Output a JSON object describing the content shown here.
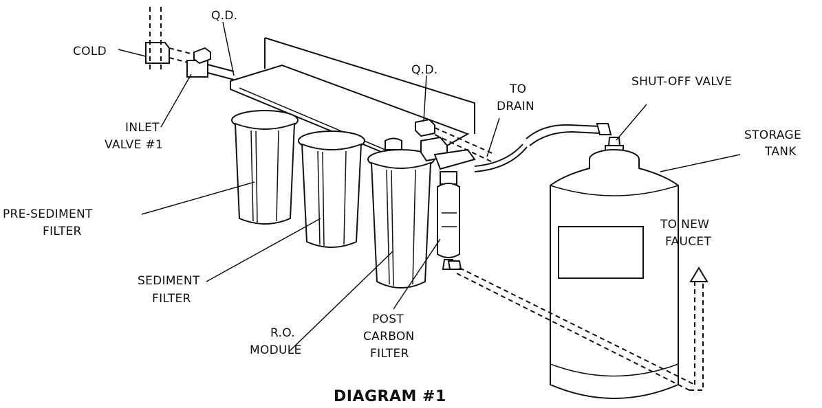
{
  "diagram": {
    "title": "DIAGRAM #1",
    "labels": {
      "cold": "COLD",
      "qd_left": "Q.D.",
      "qd_right": "Q.D.",
      "to_drain_1": "TO",
      "to_drain_2": "DRAIN",
      "shutoff_valve": "SHUT-OFF VALVE",
      "storage_tank_1": "STORAGE",
      "storage_tank_2": "TANK",
      "inlet_valve_1": "INLET",
      "inlet_valve_2": "VALVE #1",
      "pre_sediment_1": "PRE-SEDIMENT",
      "pre_sediment_2": "FILTER",
      "sediment_1": "SEDIMENT",
      "sediment_2": "FILTER",
      "ro_module_1": "R.O.",
      "ro_module_2": "MODULE",
      "post_carbon_1": "POST",
      "post_carbon_2": "CARBON",
      "post_carbon_3": "FILTER",
      "new_faucet_1": "TO NEW",
      "new_faucet_2": "FAUCET"
    }
  }
}
